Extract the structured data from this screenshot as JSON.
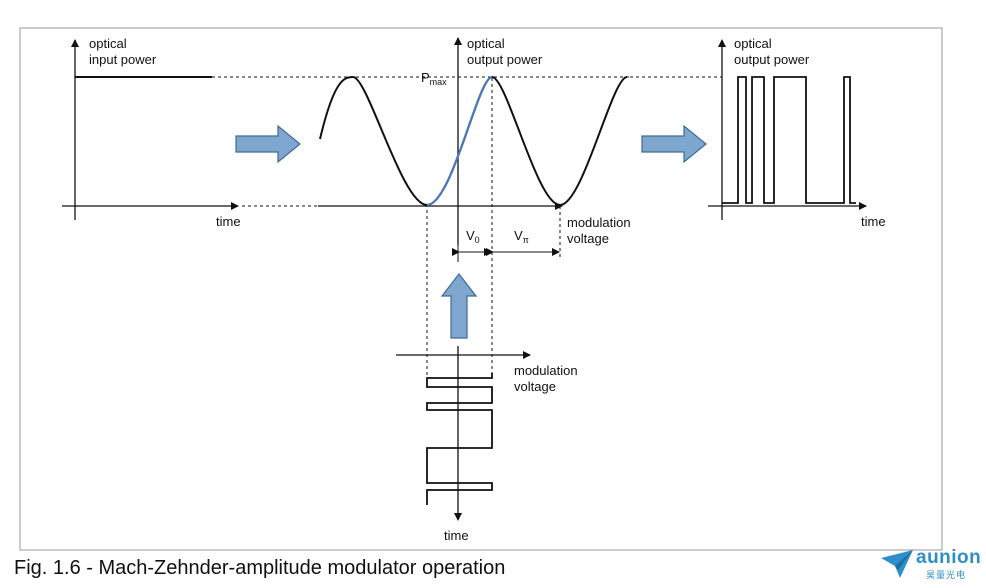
{
  "figure": {
    "caption": "Fig. 1.6 - Mach-Zehnder-amplitude modulator operation"
  },
  "left_panel": {
    "y_label_line1": "optical",
    "y_label_line2": "input power",
    "x_label": "time"
  },
  "center_panel": {
    "y_label_line1": "optical",
    "y_label_line2": "output power",
    "p_max": "P",
    "p_max_sub": "max",
    "x_label_line1": "modulation",
    "x_label_line2": "voltage",
    "v0": "V",
    "v0_sub": "0",
    "vpi": "V",
    "vpi_sub": "π"
  },
  "bottom_panel": {
    "x_label_line1": "modulation",
    "x_label_line2": "voltage",
    "y_label": "time"
  },
  "right_panel": {
    "y_label_line1": "optical",
    "y_label_line2": "output power",
    "x_label": "time"
  },
  "logo": {
    "word": "aunion",
    "sub": "昊量光电"
  },
  "colors": {
    "arrow_fill": "#7ea6cf",
    "arrow_stroke": "#3d6b99",
    "transfer_highlight": "#4a78b8",
    "logo": "#2f8fc8"
  }
}
